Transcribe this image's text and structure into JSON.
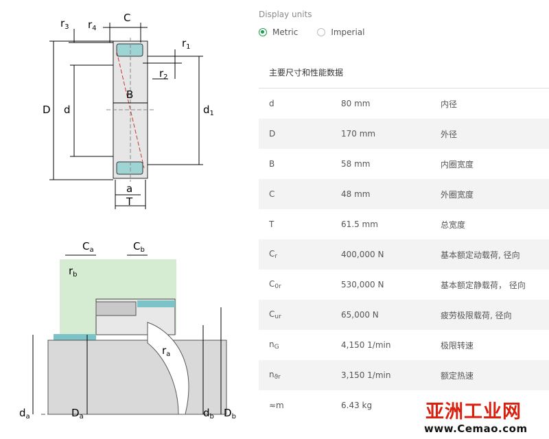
{
  "display_units": {
    "title": "Display units",
    "options": [
      {
        "label": "Metric",
        "selected": true
      },
      {
        "label": "Imperial",
        "selected": false
      }
    ]
  },
  "section_title": "主要尺寸和性能数据",
  "rows": [
    {
      "symbol": "d",
      "sub": "",
      "value": "80 mm",
      "desc": "内径"
    },
    {
      "symbol": "D",
      "sub": "",
      "value": "170 mm",
      "desc": "外径"
    },
    {
      "symbol": "B",
      "sub": "",
      "value": "58 mm",
      "desc": "内圈宽度"
    },
    {
      "symbol": "C",
      "sub": "",
      "value": "48 mm",
      "desc": "外圈宽度"
    },
    {
      "symbol": "T",
      "sub": "",
      "value": "61.5 mm",
      "desc": "总宽度"
    },
    {
      "symbol": "C",
      "sub": "r",
      "value": "400,000 N",
      "desc": "基本额定动载荷, 径向"
    },
    {
      "symbol": "C",
      "sub": "0r",
      "value": "530,000 N",
      "desc": "基本额定静载荷， 径向"
    },
    {
      "symbol": "C",
      "sub": "ur",
      "value": "65,000 N",
      "desc": "疲劳极限载荷, 径向"
    },
    {
      "symbol": "n",
      "sub": "G",
      "value": "4,150 1/min",
      "desc": "极限转速"
    },
    {
      "symbol": "n",
      "sub": "ϑr",
      "value": "3,150 1/min",
      "desc": "额定热速"
    },
    {
      "symbol": "≈m",
      "sub": "",
      "value": "6.43 kg",
      "desc": ""
    }
  ],
  "drawing_labels": {
    "top": {
      "r3": "r3",
      "r4": "r4",
      "C": "C",
      "r1": "r1",
      "r2": "r2",
      "D": "D",
      "d": "d",
      "B": "B",
      "d1": "d1",
      "a": "a",
      "T": "T"
    },
    "bottom": {
      "Ca": "Ca",
      "Cb": "Cb",
      "rb": "rb",
      "ra": "ra",
      "da": "da",
      "Da": "Da",
      "db": "db",
      "Db": "Db"
    }
  },
  "watermark": {
    "main": "亚洲工业网",
    "sub": "www.Cemao.com"
  },
  "colors": {
    "accent": "#1f9a52",
    "row_alt": "#f3f3f3",
    "roller": "#9ed4d4",
    "abutment": "#d6ecd2",
    "watermark": "#d9200f"
  }
}
